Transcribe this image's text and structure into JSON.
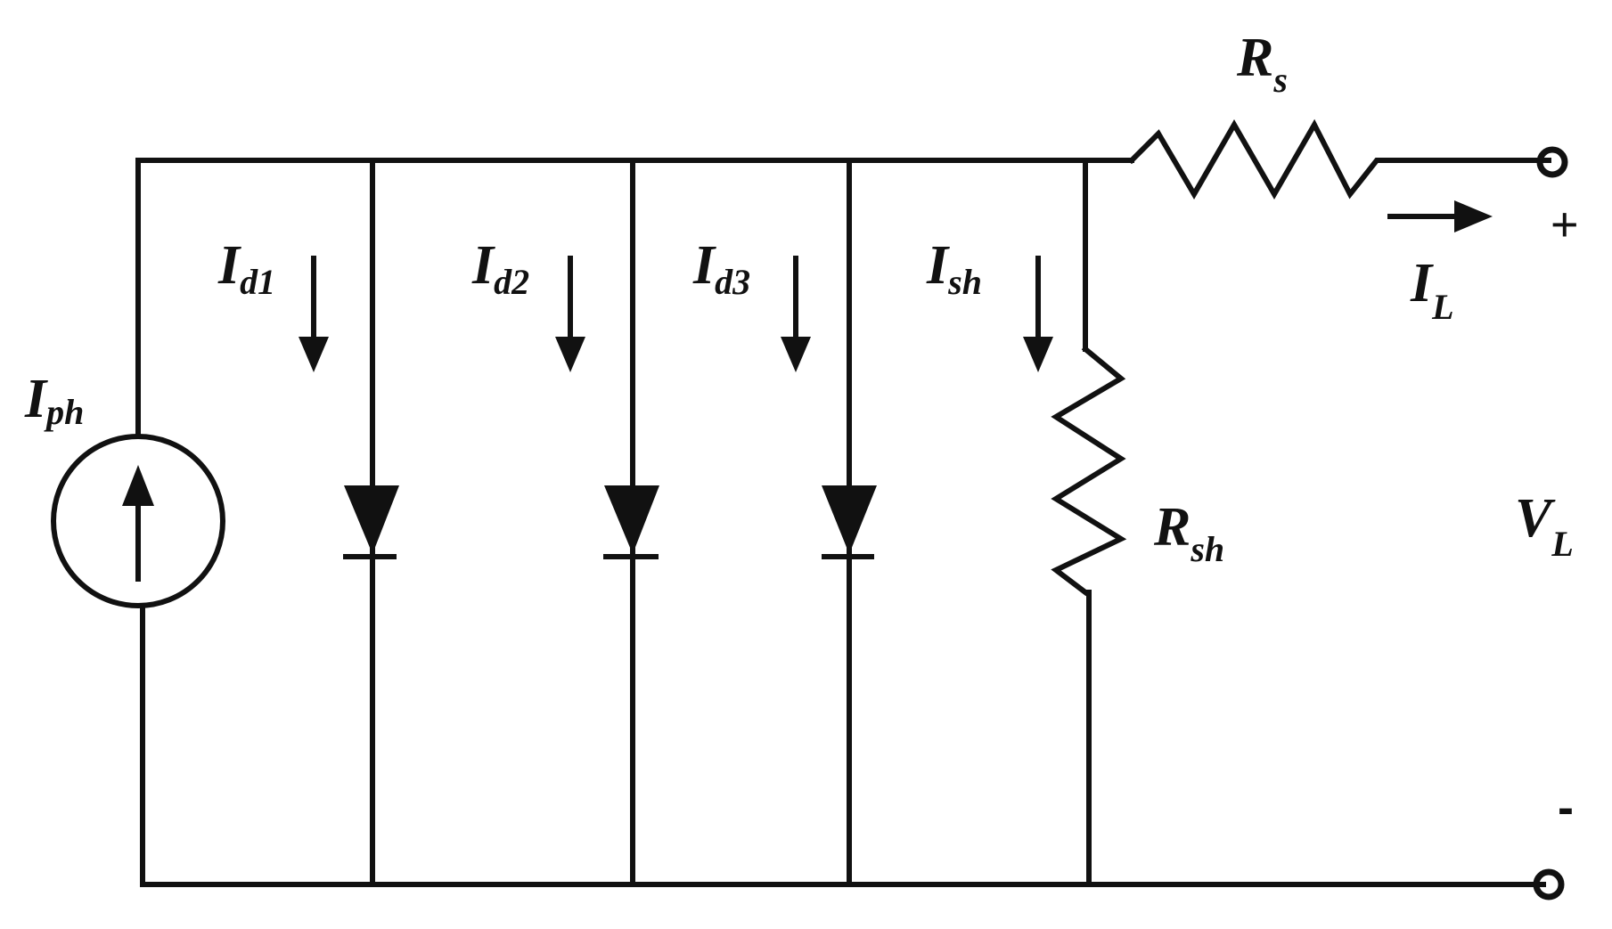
{
  "diagram": {
    "type": "three-diode solar cell equivalent circuit",
    "colors": {
      "stroke": "#111111",
      "background": "#ffffff"
    },
    "labels": {
      "iph": {
        "main": "I",
        "sub": "ph"
      },
      "id1": {
        "main": "I",
        "sub": "d1"
      },
      "id2": {
        "main": "I",
        "sub": "d2"
      },
      "id3": {
        "main": "I",
        "sub": "d3"
      },
      "ish": {
        "main": "I",
        "sub": "sh"
      },
      "rs": {
        "main": "R",
        "sub": "s"
      },
      "rsh": {
        "main": "R",
        "sub": "sh"
      },
      "il": {
        "main": "I",
        "sub": "L"
      },
      "vl": {
        "main": "V",
        "sub": "L"
      },
      "plus": "+",
      "minus": "-"
    }
  }
}
